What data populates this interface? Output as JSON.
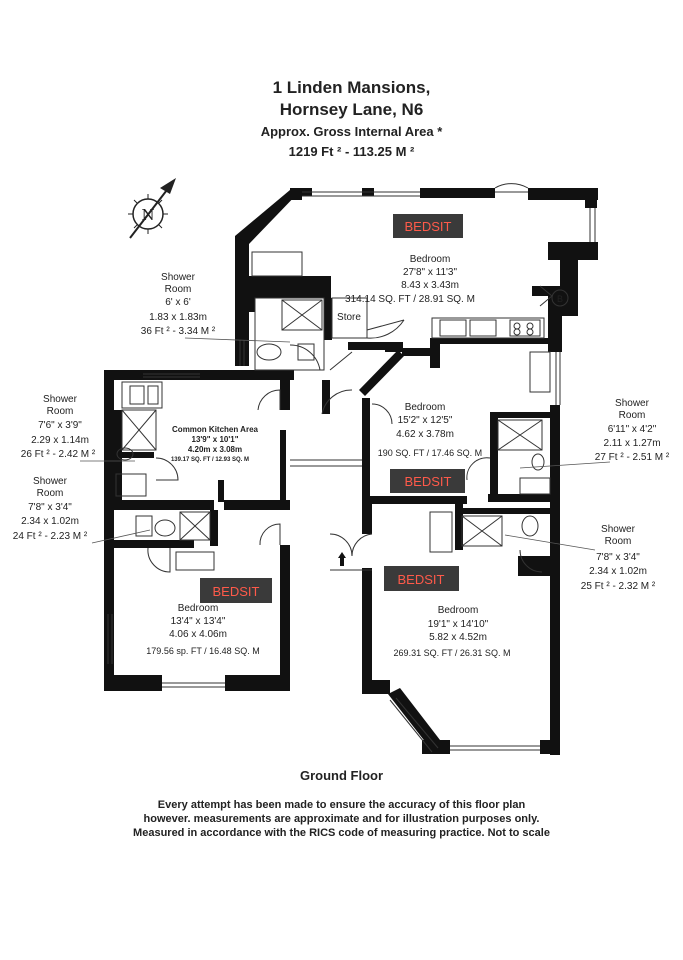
{
  "header": {
    "line1": "1 Linden Mansions,",
    "line2": "Hornsey Lane, N6",
    "line3": "Approx. Gross Internal Area *",
    "line4": "1219 Ft ² - 113.25 M ²"
  },
  "compass": {
    "letter": "N"
  },
  "rooms": {
    "main_bedroom": {
      "badge": "BEDSIT",
      "name": "Bedroom",
      "imperial": "27'8\" x 11'3\"",
      "metric": "8.43 x 3.43m",
      "area": "314.14 SQ. FT / 28.91 SQ. M"
    },
    "store": {
      "name": "Store"
    },
    "shower_top": {
      "l1": "Shower",
      "l2": "Room",
      "imperial": "6' x 6'",
      "metric": "1.83 x 1.83m",
      "area": "36 Ft ² - 3.34 M ²"
    },
    "shower_left_top": {
      "l1": "Shower",
      "l2": "Room",
      "imperial": "7'6\" x 3'9\"",
      "metric": "2.29 x 1.14m",
      "area": "26 Ft ² - 2.42 M ²"
    },
    "shower_left_bottom": {
      "l1": "Shower",
      "l2": "Room",
      "imperial": "7'8\" x 3'4\"",
      "metric": "2.34 x 1.02m",
      "area": "24 Ft ² - 2.23 M ²"
    },
    "kitchen": {
      "name": "Common Kitchen Area",
      "imperial": "13'9\" x 10'1\"",
      "metric": "4.20m x 3.08m",
      "area": "139.17 SQ. FT / 12.93 SQ. M"
    },
    "middle_bedroom": {
      "badge": "BEDSIT",
      "name": "Bedroom",
      "imperial": "15'2\" x 12'5\"",
      "metric": "4.62 x 3.78m",
      "area": "190 SQ. FT / 17.46 SQ. M"
    },
    "shower_right_top": {
      "l1": "Shower",
      "l2": "Room",
      "imperial": "6'11\" x 4'2\"",
      "metric": "2.11 x 1.27m",
      "area": "27 Ft ² - 2.51 M ²"
    },
    "shower_right_bottom": {
      "l1": "Shower",
      "l2": "Room",
      "imperial": "7'8\" x 3'4\"",
      "metric": "2.34 x 1.02m",
      "area": "25 Ft ² - 2.32 M ²"
    },
    "left_bedroom": {
      "badge": "BEDSIT",
      "name": "Bedroom",
      "imperial": "13'4\" x 13'4\"",
      "metric": "4.06 x 4.06m",
      "area": "179.56 sp. FT / 16.48 SQ. M"
    },
    "right_bedroom": {
      "badge": "BEDSIT",
      "name": "Bedroom",
      "imperial": "19'1\" x 14'10\"",
      "metric": "5.82 x 4.52m",
      "area": "269.31 SQ. FT / 26.31 SQ. M"
    }
  },
  "boiler_label": "B",
  "footer": {
    "floor": "Ground Floor",
    "disclaimer1": "Every attempt has been made to ensure the accuracy of this floor plan",
    "disclaimer2": "however. measurements are approximate and for illustration purposes only.",
    "disclaimer3": "Measured in accordance with the RICS code of measuring practice. Not to scale"
  },
  "colors": {
    "wall": "#111111",
    "badge_bg": "#3a3a3a",
    "badge_text": "#ff5a4a",
    "background": "#ffffff"
  }
}
